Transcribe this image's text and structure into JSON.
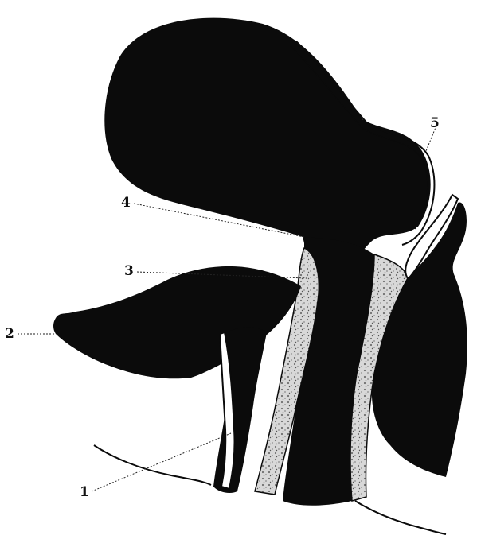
{
  "labels": [
    {
      "id": "1",
      "text": "1"
    },
    {
      "id": "2",
      "text": "2"
    },
    {
      "id": "3",
      "text": "3"
    },
    {
      "id": "4",
      "text": "4"
    },
    {
      "id": "5",
      "text": "5"
    }
  ],
  "colors": {
    "ink": "#0b0b0b",
    "background": "#ffffff",
    "speckle": "#9a9a9a"
  }
}
